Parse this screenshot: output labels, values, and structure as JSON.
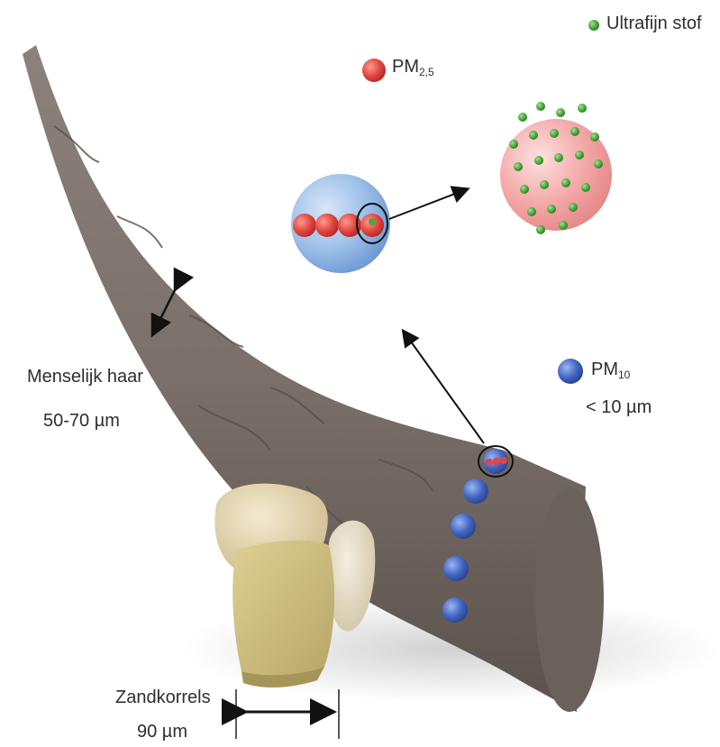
{
  "labels": {
    "ultrafine": "Ultrafijn stof",
    "pm25_main": "PM",
    "pm25_sub": "2,5",
    "pm10_main": "PM",
    "pm10_sub": "10",
    "pm10_size": "< 10 µm",
    "hair_name": "Menselijk haar",
    "hair_size": "50-70 µm",
    "sand_name": "Zandkorrels",
    "sand_size": "90 µm"
  },
  "colors": {
    "hair": "#7d716c",
    "hair_dark": "#5f5550",
    "pm25": "#e0453e",
    "pm10": "#4064c2",
    "ultrafine": "#4aa83e",
    "sand": "#d9c890",
    "pm25_bubble": "#8fb6e6",
    "ultrafine_bubble": "#f2a0a0"
  },
  "icons": [
    "pm25-dot-icon",
    "pm10-dot-icon",
    "ultrafine-dot-icon",
    "double-arrow-icon"
  ]
}
